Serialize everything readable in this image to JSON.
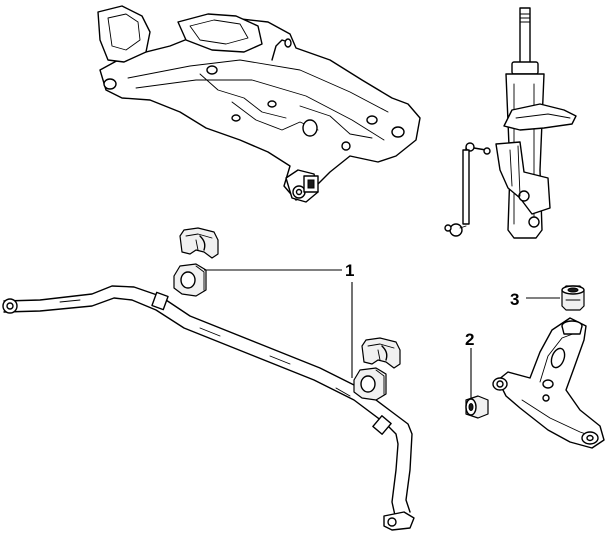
{
  "callouts": [
    {
      "id": "1",
      "label": "1"
    },
    {
      "id": "2",
      "label": "2"
    },
    {
      "id": "3",
      "label": "3"
    }
  ],
  "colors": {
    "line": "#000000",
    "background": "#ffffff",
    "shade": "#f1f1f1"
  }
}
